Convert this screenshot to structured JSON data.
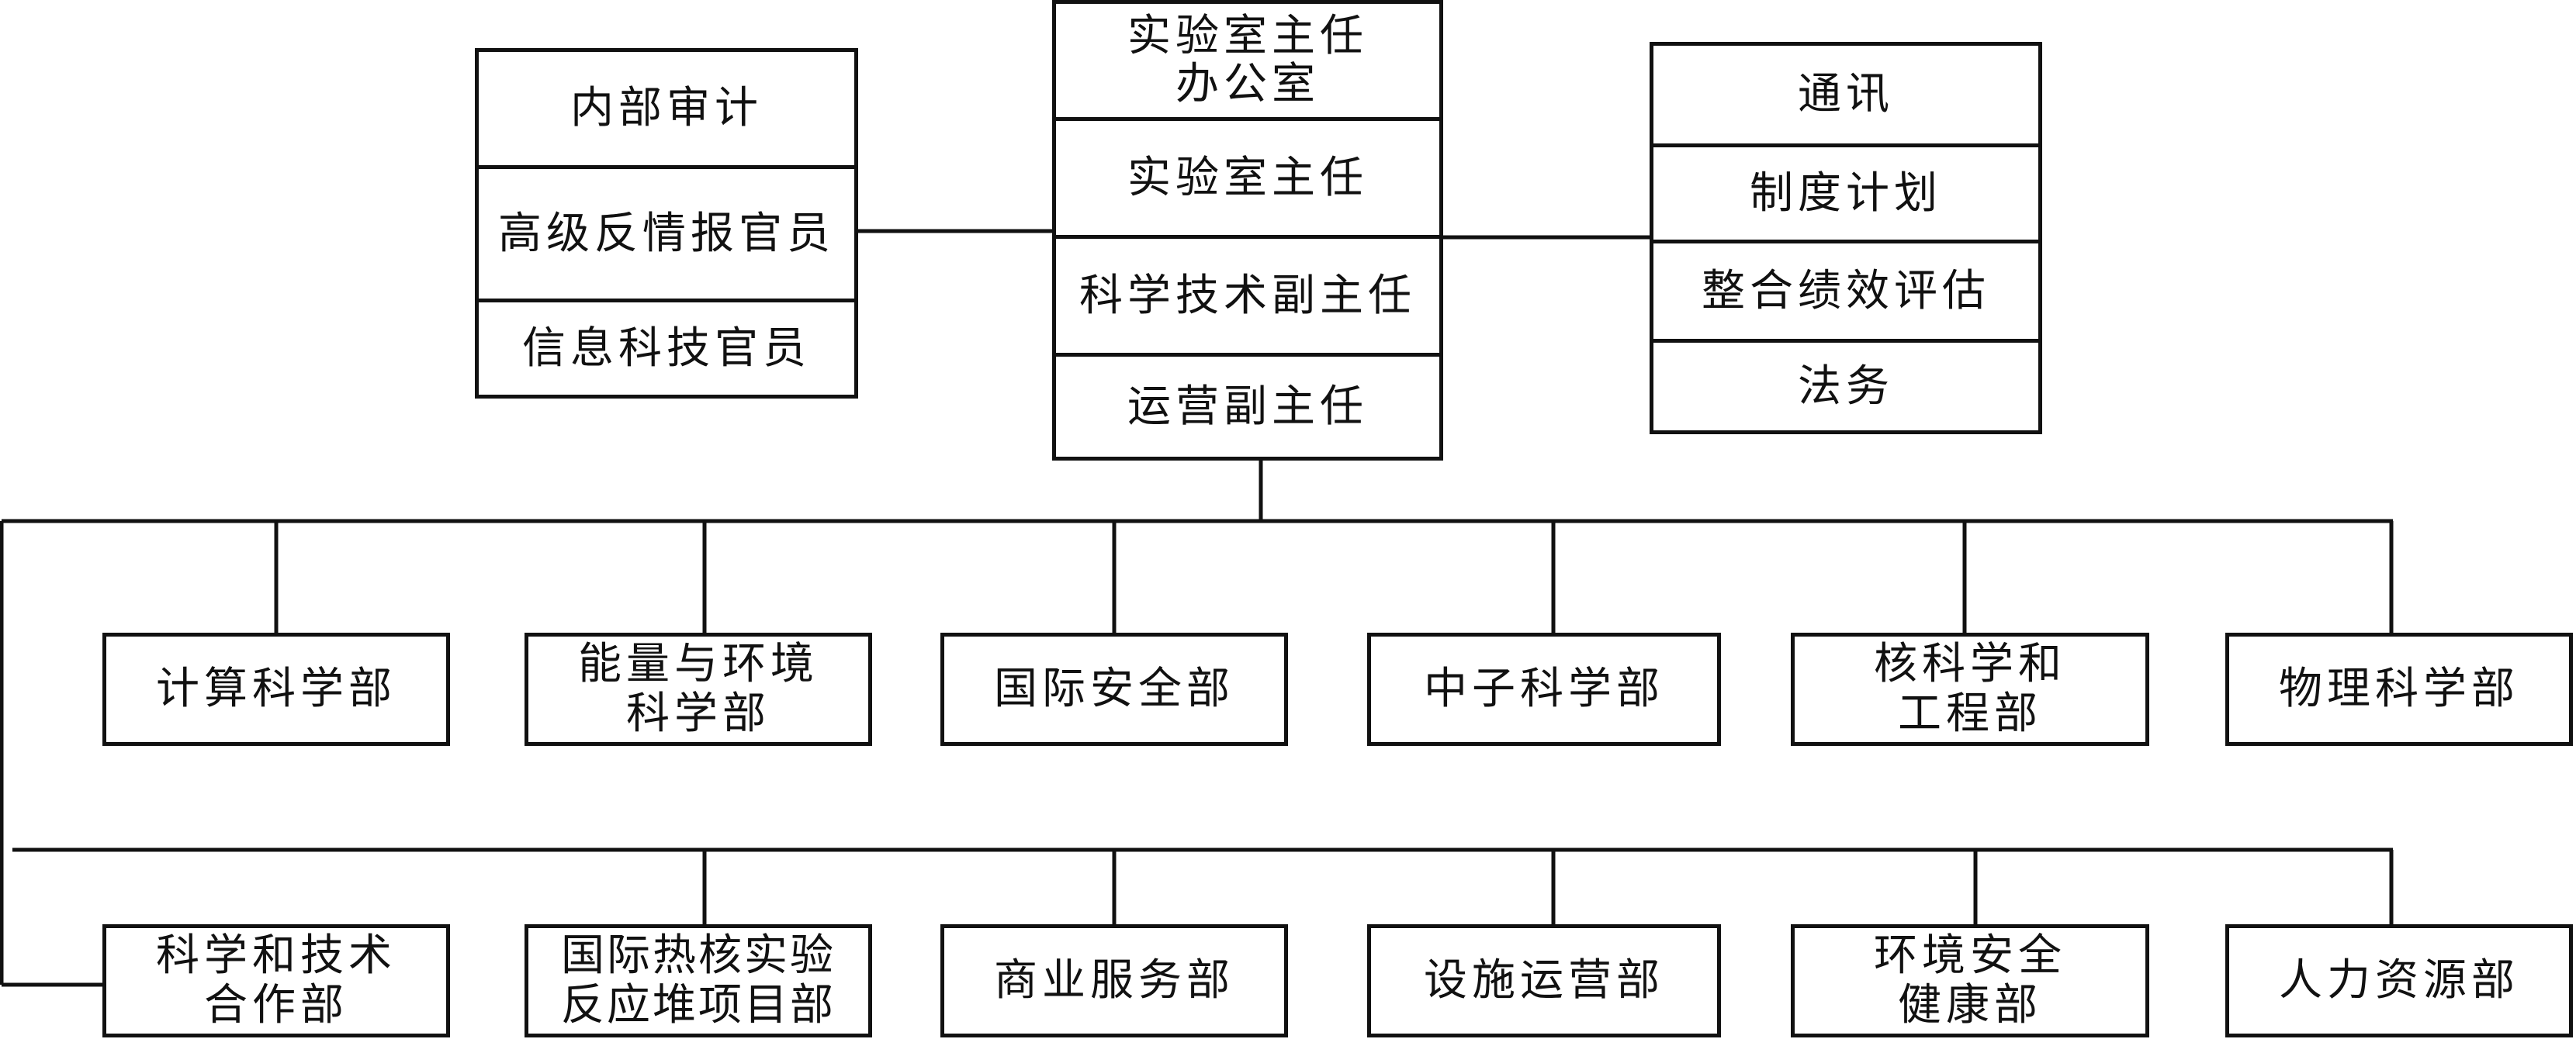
{
  "top_center": {
    "office": [
      "实验室主任",
      "办公室"
    ],
    "director": "实验室主任",
    "deputy_science": "科学技术副主任",
    "deputy_operations": "运营副主任"
  },
  "top_left": {
    "audit": "内部审计",
    "counterintel": "高级反情报官员",
    "it_officer": "信息科技官员"
  },
  "top_right": {
    "communications": "通讯",
    "policy_planning": "制度计划",
    "performance": "整合绩效评估",
    "legal": "法务"
  },
  "row1": [
    {
      "lines": [
        "计算科学部"
      ]
    },
    {
      "lines": [
        "能量与环境",
        "科学部"
      ]
    },
    {
      "lines": [
        "国际安全部"
      ]
    },
    {
      "lines": [
        "中子科学部"
      ]
    },
    {
      "lines": [
        "核科学和",
        "工程部"
      ]
    },
    {
      "lines": [
        "物理科学部"
      ]
    }
  ],
  "row2": [
    {
      "lines": [
        "科学和技术",
        "合作部"
      ]
    },
    {
      "lines": [
        "国际热核实验",
        "反应堆项目部"
      ]
    },
    {
      "lines": [
        "商业服务部"
      ]
    },
    {
      "lines": [
        "设施运营部"
      ]
    },
    {
      "lines": [
        "环境安全",
        "健康部"
      ]
    },
    {
      "lines": [
        "人力资源部"
      ]
    }
  ]
}
